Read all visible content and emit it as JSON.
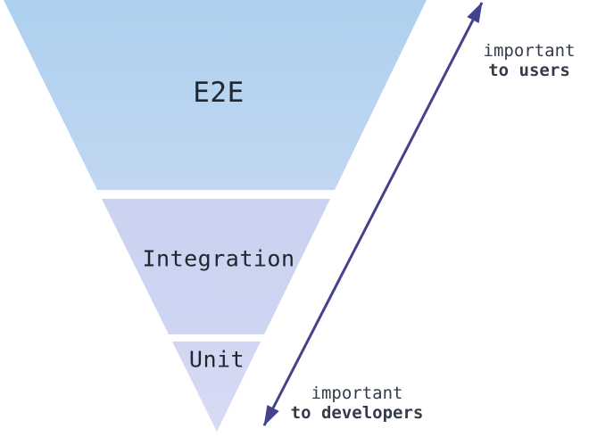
{
  "diagram": {
    "kind": "inverted-testing-pyramid",
    "sections": [
      {
        "id": "e2e",
        "label": "E2E"
      },
      {
        "id": "integration",
        "label": "Integration"
      },
      {
        "id": "unit",
        "label": "Unit"
      }
    ],
    "arrow": {
      "color": "#44428a",
      "direction": "diagonal-bottom-left-to-top-right",
      "top_label": {
        "line1": "important",
        "line2": "to users"
      },
      "bottom_label": {
        "line1": "important",
        "line2": "to developers"
      }
    },
    "colors": {
      "e2e_fill_top": "#add1ef",
      "e2e_fill_bottom": "#c1d6f1",
      "integration_fill_top": "#c9d3f0",
      "integration_fill_bottom": "#cdd5f1",
      "unit_fill_top": "#d1d6f2",
      "unit_fill_bottom": "#d8dbf5",
      "section_text": "#22262e",
      "axis_label_text": "#343b49",
      "background": "#ffffff"
    }
  }
}
